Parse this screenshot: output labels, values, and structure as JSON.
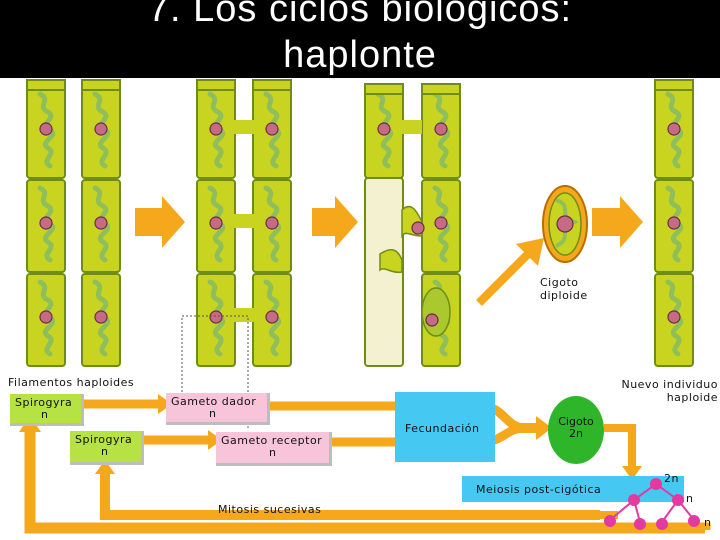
{
  "title": {
    "line1": "7. Los ciclos biológicos:",
    "line2": "haplonte"
  },
  "labels": {
    "cigoto_diploide": [
      "Cigoto",
      "diploide"
    ],
    "filamentos": "Filamentos haploides",
    "nuevo_individuo": [
      "Nuevo individuo",
      "haploide"
    ],
    "mitosis": "Mitosis sucesivas"
  },
  "boxes": {
    "spirogyra1": [
      "Spirogyra",
      "n"
    ],
    "spirogyra2": [
      "Spirogyra",
      "n"
    ],
    "gameto_dador": [
      "Gameto dador",
      "n"
    ],
    "gameto_receptor": [
      "Gameto receptor",
      "n"
    ],
    "fecundacion": "Fecundación",
    "cigoto_2n": [
      "Cigoto",
      "2n"
    ],
    "meiosis": "Meiosis post-cigótica"
  },
  "ploidy_marks": {
    "top": "2n",
    "mid": "n",
    "low": "n"
  },
  "colors": {
    "cell_fill": "#c9d421",
    "cell_border": "#7a9a14",
    "chloroplast": "#8fbf5a",
    "nucleus": "#c56b86",
    "arrow": "#f5a81c",
    "title_bg": "#000000",
    "fecundacion_bg": "#45c8f2",
    "cigoto_circle": "#2fb52a",
    "spore": "#e33aa0"
  }
}
